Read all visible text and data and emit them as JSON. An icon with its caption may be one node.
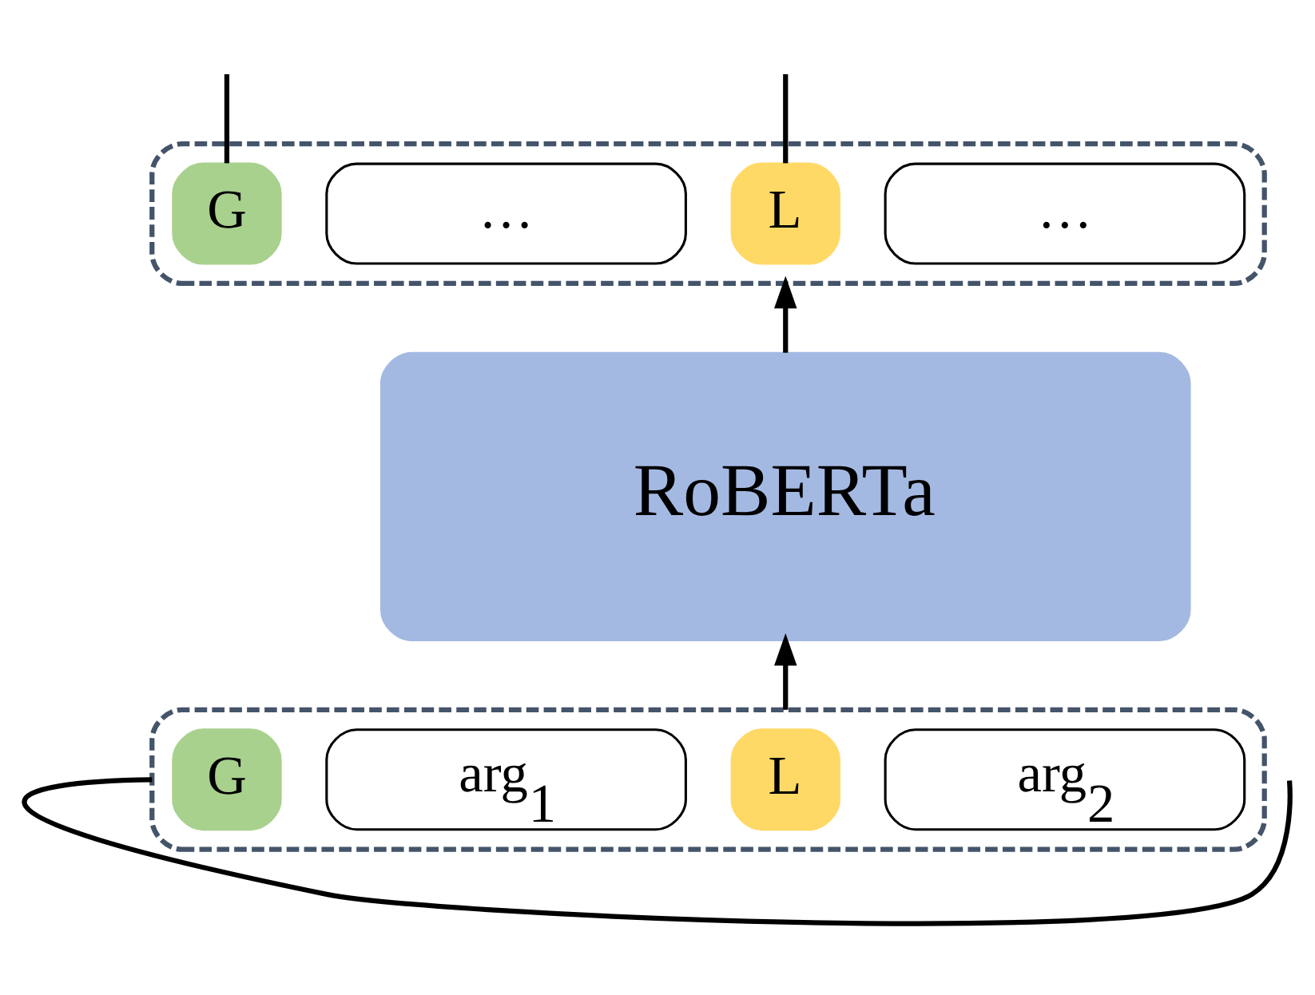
{
  "diagram": {
    "nodes": [
      {
        "text": [],
        "shape": "box"
      },
      {
        "text": [
          "G"
        ],
        "in": 0
      },
      {
        "text": [
          "…"
        ],
        "in": 0
      },
      {
        "text": [
          "L"
        ],
        "in": 0
      },
      {
        "text": [
          "…"
        ],
        "in": 0
      },
      {
        "text": [
          "RoBERTa"
        ]
      },
      {
        "text": [],
        "shape": "box"
      },
      {
        "text": [
          "G"
        ],
        "in": 6
      },
      {
        "text": [
          "arg$_{1}$"
        ],
        "in": 6
      },
      {
        "text": [
          "L"
        ],
        "in": 6
      },
      {
        "text": [
          "arg$_{2}$"
        ],
        "in": 6
      }
    ],
    "edges": [
      {
        "from": 6,
        "to": 5,
        "arrow": "to"
      },
      {
        "from": 5,
        "to": 0,
        "arrow": "to"
      },
      {
        "from": 1,
        "to": null,
        "arrow": "none"
      },
      {
        "from": 3,
        "to": null,
        "arrow": "none"
      },
      {
        "from": null,
        "to": 6,
        "arrow": "none"
      }
    ]
  }
}
